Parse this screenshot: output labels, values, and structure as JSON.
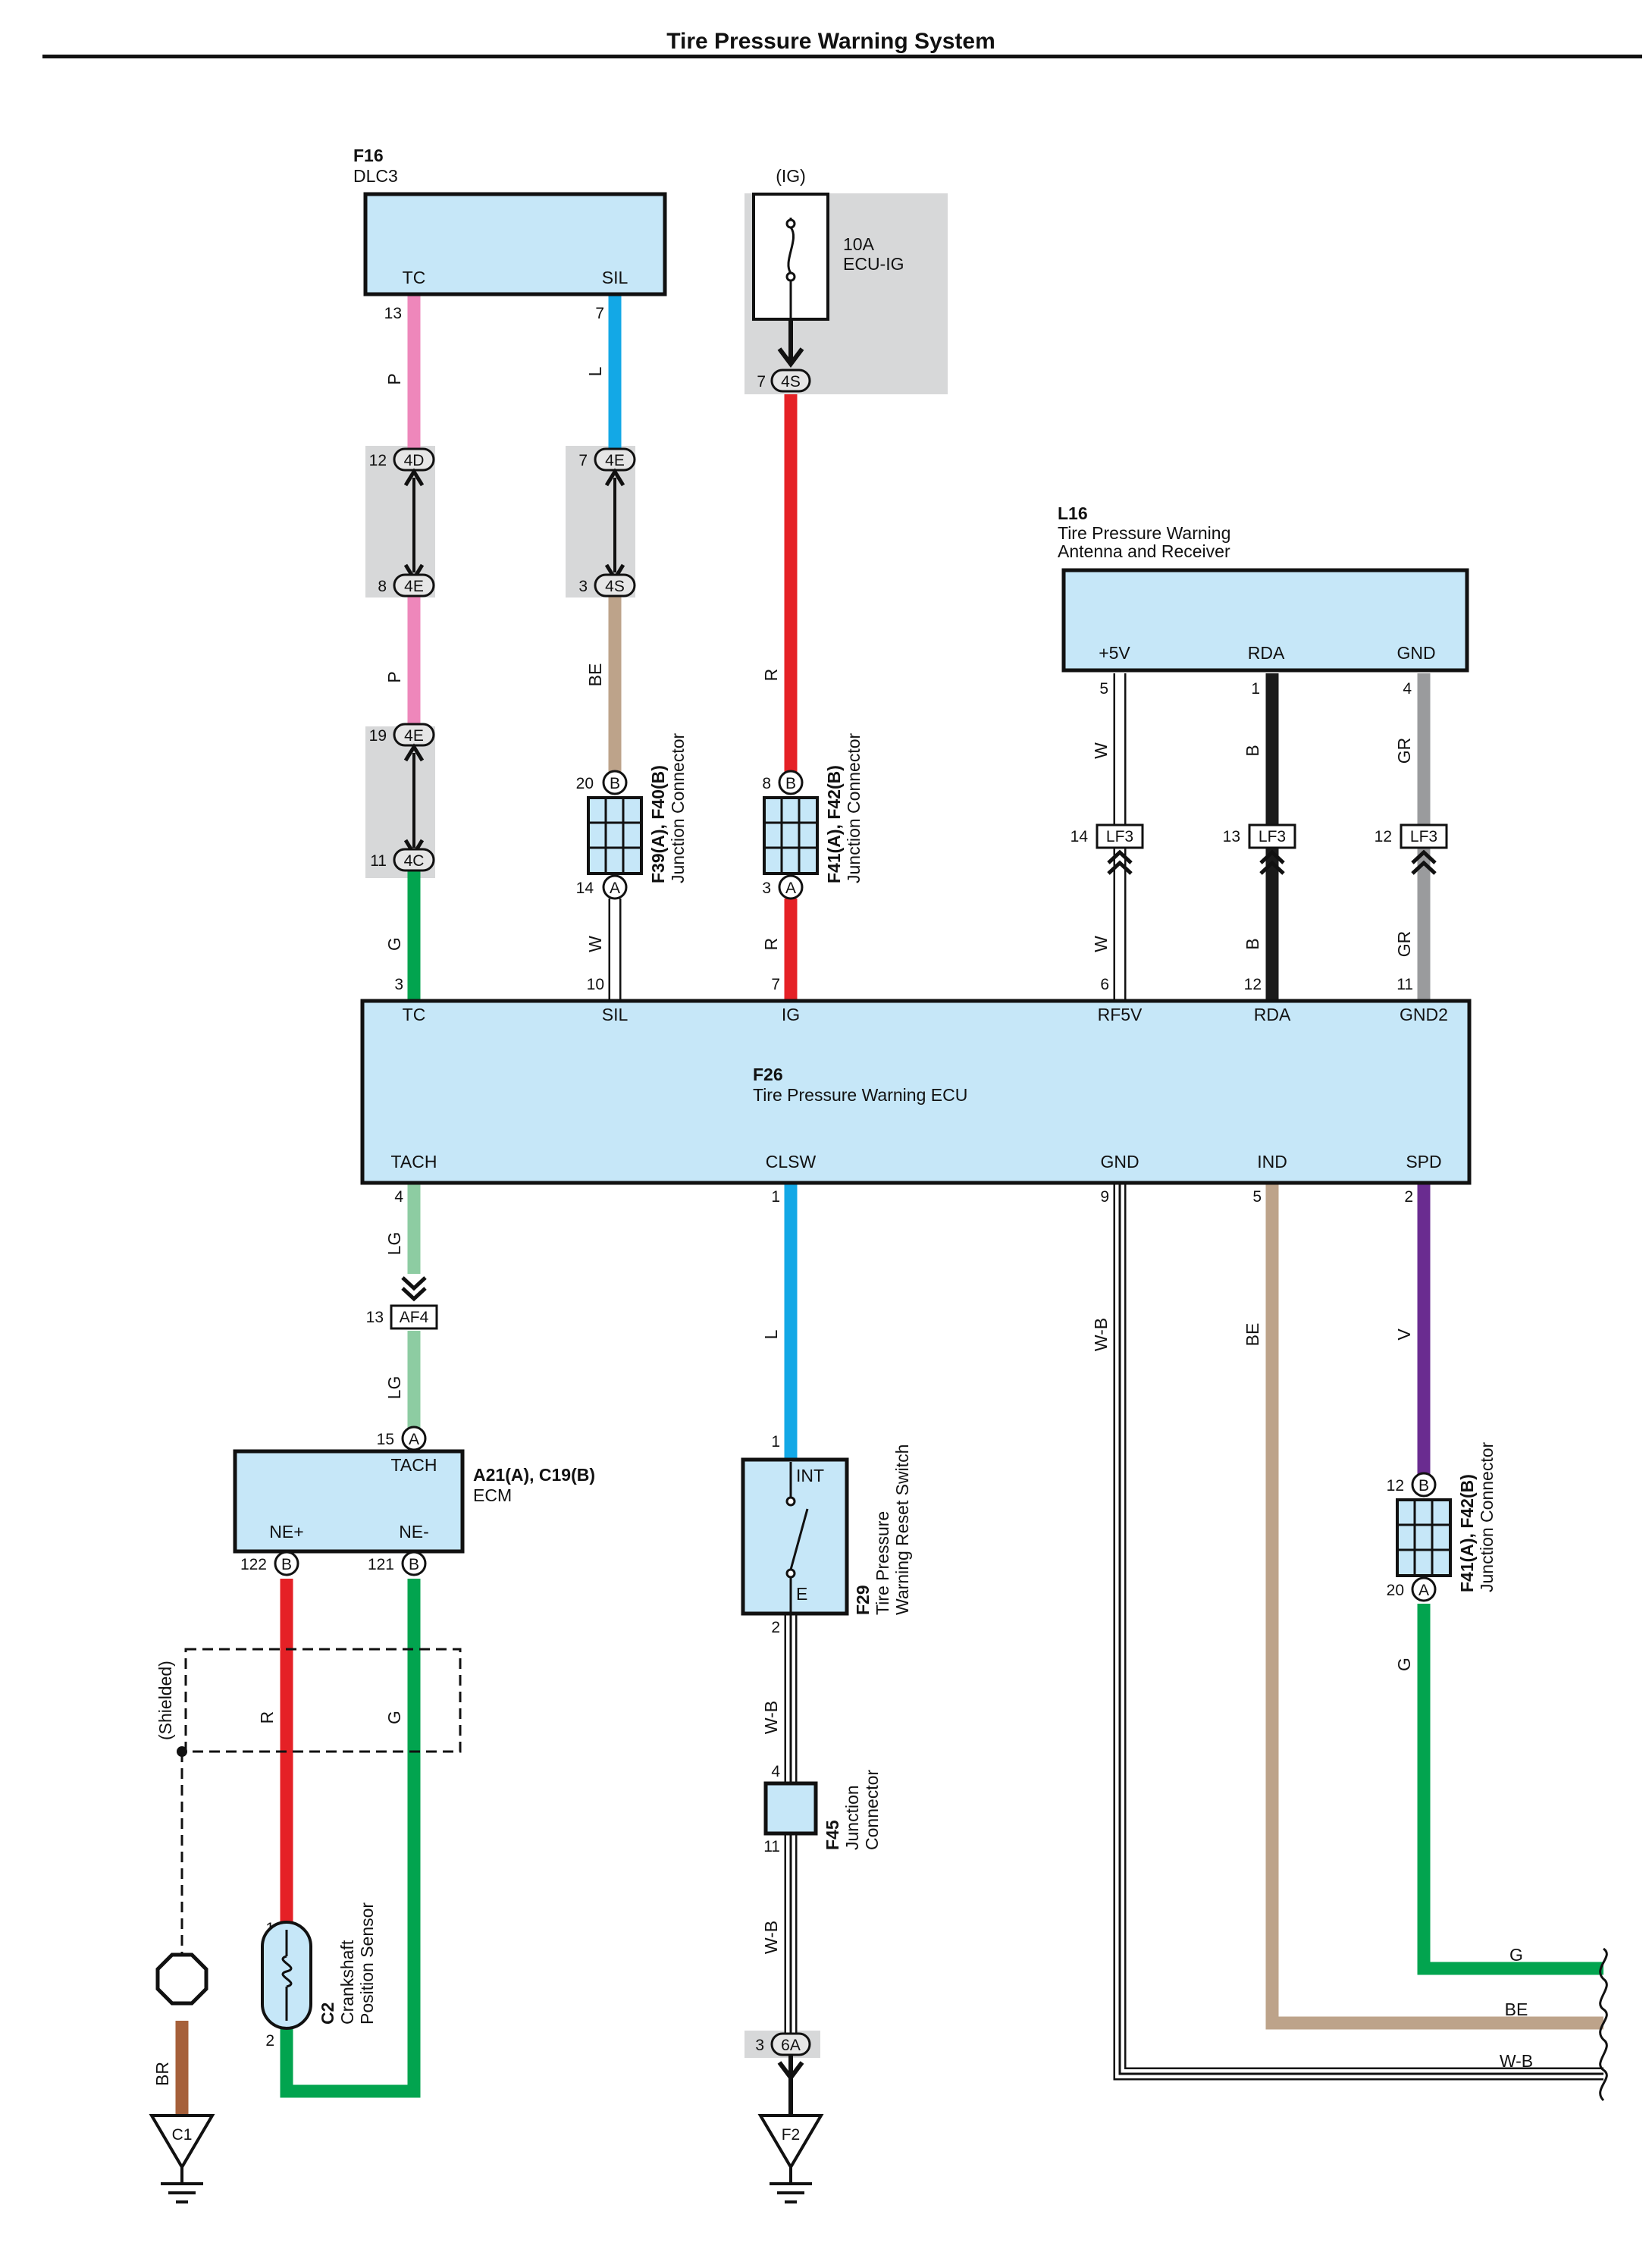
{
  "title": "Tire Pressure Warning System",
  "components": {
    "f16": {
      "id": "F16",
      "name": "DLC3",
      "pins": [
        "TC",
        "SIL"
      ]
    },
    "ig": {
      "label": "(IG)",
      "fuse_amp": "10A",
      "fuse_name": "ECU-IG"
    },
    "l16": {
      "id": "L16",
      "name1": "Tire Pressure Warning",
      "name2": "Antenna and Receiver",
      "pins": [
        "+5V",
        "RDA",
        "GND"
      ]
    },
    "f26": {
      "id": "F26",
      "name": "Tire Pressure Warning ECU",
      "top_pins": [
        "TC",
        "SIL",
        "IG",
        "RF5V",
        "RDA",
        "GND2"
      ],
      "bottom_pins": [
        "TACH",
        "CLSW",
        "GND",
        "IND",
        "SPD"
      ]
    },
    "jc1": {
      "id": "F39(A), F40(B)",
      "name": "Junction Connector"
    },
    "jc2": {
      "id": "F41(A), F42(B)",
      "name": "Junction Connector"
    },
    "jc3": {
      "id": "F41(A), F42(B)",
      "name": "Junction Connector"
    },
    "ecm": {
      "id": "A21(A), C19(B)",
      "name": "ECM",
      "pin_tach": "TACH",
      "pin_nep": "NE+",
      "pin_nem": "NE-"
    },
    "f29": {
      "id": "F29",
      "name1": "Tire Pressure",
      "name2": "Warning Reset Switch",
      "pin_int": "INT",
      "pin_e": "E"
    },
    "f45": {
      "id": "F45",
      "name1": "Junction",
      "name2": "Connector"
    },
    "c2": {
      "id": "C2",
      "name1": "Crankshaft",
      "name2": "Position Sensor"
    },
    "shield": "(Shielded)",
    "grounds": [
      "C1",
      "F2"
    ]
  },
  "connectors": {
    "4d": "4D",
    "4e": "4E",
    "4s": "4S",
    "4c": "4C",
    "6a": "6A",
    "lf3": "LF3",
    "af4": "AF4",
    "a": "A",
    "b": "B"
  },
  "pins": {
    "tc_f16": "13",
    "sil_f16": "7",
    "fuse_out": "7",
    "tc_4d": "12",
    "tc_4e_a": "8",
    "tc_4e_b": "19",
    "tc_4c": "11",
    "tc_ecu": "3",
    "sil_4e": "7",
    "sil_4s": "3",
    "sil_jb": "20",
    "sil_ja": "14",
    "sil_ecu": "10",
    "ig_jb": "8",
    "ig_ja": "3",
    "ig_ecu": "7",
    "l16_5v": "5",
    "l16_rda": "1",
    "l16_gnd": "4",
    "lf3_w": "14",
    "lf3_b": "13",
    "lf3_gr": "12",
    "rf5v_ecu": "6",
    "rda_ecu": "12",
    "gnd2_ecu": "11",
    "tach_ecu": "4",
    "clsw_ecu": "1",
    "gnd_ecu": "9",
    "ind_ecu": "5",
    "spd_ecu": "2",
    "af4": "13",
    "ecm_tach": "15",
    "ecm_nep": "122",
    "ecm_nem": "121",
    "sw_int": "1",
    "sw_e": "2",
    "f45_in": "4",
    "f45_out": "11",
    "gnd_6a": "3",
    "spd_jb": "12",
    "spd_ja": "20",
    "c2_1": "1",
    "c2_2": "2"
  },
  "wire_colors": {
    "p": "P",
    "l": "L",
    "be": "BE",
    "r": "R",
    "g": "G",
    "w": "W",
    "b": "B",
    "gr": "GR",
    "lg": "LG",
    "wb": "W-B",
    "v": "V",
    "br": "BR"
  },
  "colors": {
    "pink": "#ee87bb",
    "blue": "#13a8e6",
    "tan": "#bda38a",
    "red": "#e52126",
    "green": "#02a44f",
    "lightgreen": "#8dcca2",
    "black": "#1a1a1a",
    "gray": "#9a9b9d",
    "purple": "#6a2c90",
    "brown": "#a6603a",
    "ecu_fill": "#c6e7f8",
    "shade": "#d7d8d9"
  }
}
